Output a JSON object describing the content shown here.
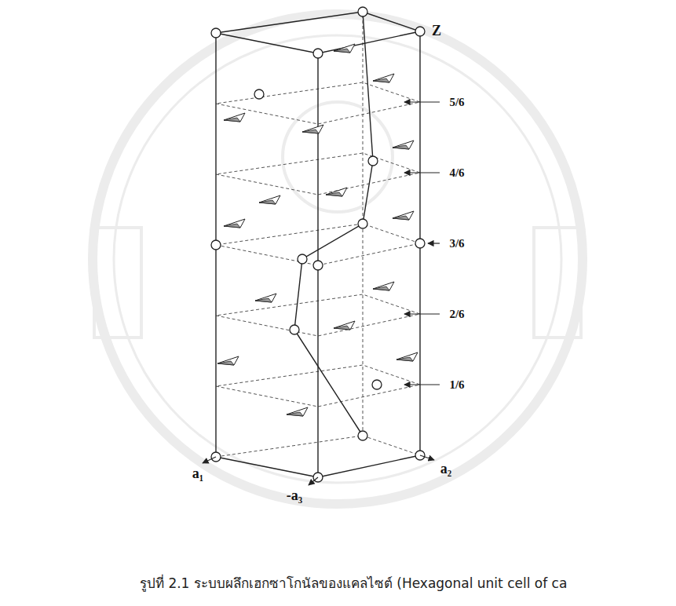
{
  "diagram": {
    "caption": "รูปที่ 2.1 ระบบผลึกเฮกซาโกนัลของแคลไซต์ (Hexagonal unit cell of ca",
    "labels": [
      "Z",
      "5/6",
      "4/6",
      "3/6",
      "2/6",
      "1/6",
      "a₁",
      "a₂",
      "-a₃"
    ]
  }
}
